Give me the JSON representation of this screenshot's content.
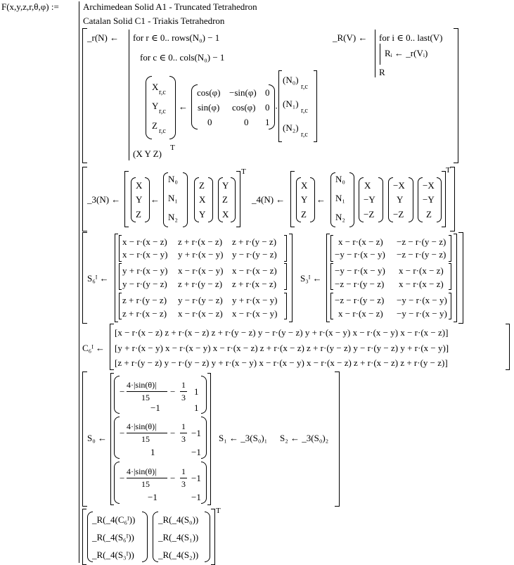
{
  "func_sig": "F(x,y,z,r,θ,φ) :=",
  "title1": "Archimedean Solid A1 - Truncated Tetrahedron",
  "title2": "Catalan Solid C1 - Triakis Tetrahedron",
  "r_def": {
    "name": "_r(N) ←",
    "for1": "for  r ∈ 0.. rows(N₀) − 1",
    "for2": "for  c ∈ 0.. cols(N₀) − 1",
    "lhs": [
      "X",
      "Y",
      "Z"
    ],
    "rc": "r,c",
    "rot": [
      [
        "cos(φ)",
        "−sin(φ)",
        "0"
      ],
      [
        "sin(φ)",
        "cos(φ)",
        "0"
      ],
      [
        "0",
        "0",
        "1"
      ]
    ],
    "rhs": [
      "(N₀)",
      "(N₁)",
      "(N₂)"
    ],
    "ret": "(X  Y  Z)",
    "T": "T"
  },
  "R_def": {
    "name": "_R(V) ←",
    "for": "for  i ∈ 0.. last(V)",
    "body": "Rᵢ ← _r(Vᵢ)",
    "ret": "R"
  },
  "three_def": {
    "name": "_3(N) ←",
    "lhs": [
      "X",
      "Y",
      "Z"
    ],
    "rhs": [
      "N₀",
      "N₁",
      "N₂"
    ],
    "v1": [
      "Z",
      "X",
      "Y"
    ],
    "v2": [
      "Y",
      "Z",
      "X"
    ]
  },
  "four_def": {
    "name": "_4(N) ←",
    "lhs": [
      "X",
      "Y",
      "Z"
    ],
    "rhs": [
      "N₀",
      "N₁",
      "N₂"
    ],
    "v1": [
      "X",
      "−Y",
      "−Z"
    ],
    "v2": [
      "−X",
      "Y",
      "−Z"
    ],
    "v3": [
      "−X",
      "−Y",
      "Z"
    ]
  },
  "s6i": {
    "name": "S₆ᴵ ←",
    "rows": [
      [
        "x − r·(x − z)",
        "z + r·(x − z)",
        "z + r·(y − z)"
      ],
      [
        "x − r·(x − y)",
        "y + r·(x − y)",
        "y − r·(y − z)"
      ],
      [
        "y + r·(x − y)",
        "x − r·(x − y)",
        "x − r·(x − z)"
      ],
      [
        "y − r·(y − z)",
        "z + r·(y − z)",
        "z + r·(x − z)"
      ],
      [
        "z + r·(y − z)",
        "y − r·(y − z)",
        "y + r·(x − y)"
      ],
      [
        "z + r·(x − z)",
        "x − r·(x − z)",
        "x − r·(x − y)"
      ]
    ]
  },
  "s3i": {
    "name": "S₃ᴵ ←",
    "rows": [
      [
        "x − r·(x − z)",
        "−z − r·(y − z)"
      ],
      [
        "−y − r·(x − y)",
        "−z − r·(y − z)"
      ],
      [
        "−y − r·(x − y)",
        "x − r·(x − z)"
      ],
      [
        "−z − r·(y − z)",
        "x − r·(x − z)"
      ],
      [
        "−z − r·(y − z)",
        "−y − r·(x − y)"
      ],
      [
        "x − r·(x − z)",
        "−y − r·(x − y)"
      ]
    ]
  },
  "c6i": {
    "name": "C₆ᴵ ←",
    "rows": [
      "[x − r·(x − z)   z + r·(x − z)   z + r·(y − z)   y − r·(y − z)   y + r·(x − y)   x − r·(x − y)   x − r·(x − z)]",
      "[y + r·(x − y)   x − r·(x − y)   x − r·(x − z)   z + r·(x − z)   z + r·(y − z)   y − r·(y − z)   y + r·(x − y)]",
      "[z + r·(y − z)   y − r·(y − z)   y + r·(x − y)   x − r·(x − y)   x − r·(x − z)   z + r·(x − z)   z + r·(y − z)]"
    ]
  },
  "s0": {
    "name": "S₀ ←",
    "num": "4·|sin(θ)|",
    "den": "15",
    "minus": "−",
    "third_minus": "−",
    "third_num": "1",
    "third_den": "3",
    "blocks": [
      {
        "r1c2": "1",
        "r2c1": "−1",
        "r2c2": "1"
      },
      {
        "r1c2": "−1",
        "r2c1": "1",
        "r2c2": "−1"
      },
      {
        "r1c2": "−1",
        "r2c1": "−1",
        "r2c2": "−1"
      }
    ]
  },
  "s1": "S₁ ← _3(S₀)₁",
  "s2": "S₂ ← _3(S₀)₂",
  "final": {
    "col1": [
      "_R(_4(C₆ᴵ))",
      "_R(_4(S₆ᴵ))",
      "_R(_4(S₃ᴵ))"
    ],
    "col2": [
      "_R(_4(S₀))",
      "_R(_4(S₁))",
      "_R(_4(S₂))"
    ],
    "T": "T"
  }
}
